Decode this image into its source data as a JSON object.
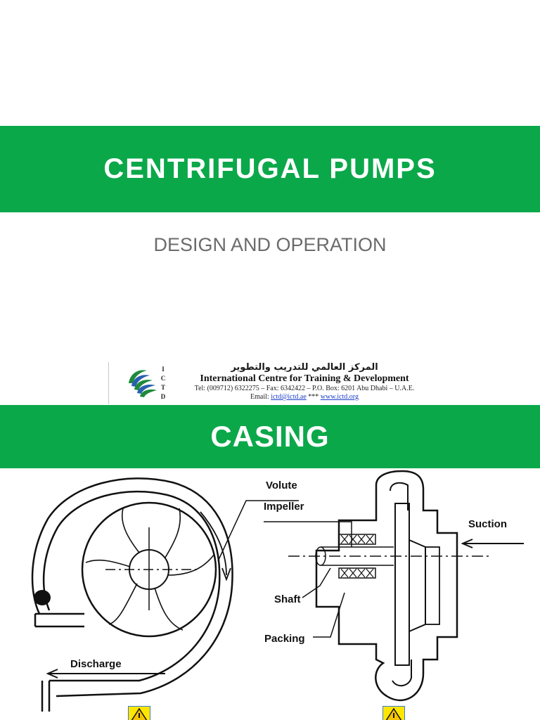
{
  "slide1": {
    "title": "CENTRIFUGAL PUMPS",
    "subtitle": "DESIGN AND OPERATION",
    "logo": {
      "side_letters": [
        "I",
        "C",
        "T",
        "D"
      ],
      "arabic_name": "المركز العالمي للتدريب والتطوير",
      "english_name": "International Centre for Training & Development",
      "contact": "Tel: (009712) 6322275 – Fax: 6342422 – P.O. Box: 6201 Abu Dhabi – U.A.E.",
      "email_label": "Email:",
      "email": "ictd@ictd.ae",
      "separator": "***",
      "website": "www.ictd.org"
    }
  },
  "slide2": {
    "title": "CASING",
    "labels": {
      "volute": "Volute",
      "impeller": "Impeller",
      "suction": "Suction",
      "shaft": "Shaft",
      "packing": "Packing",
      "discharge": "Discharge"
    }
  },
  "colors": {
    "band": "#0ba84a",
    "title_text": "#ffffff",
    "subtitle_text": "#6b6b6b"
  },
  "icons": [
    "ictd-logo-icon",
    "warning-icon"
  ]
}
